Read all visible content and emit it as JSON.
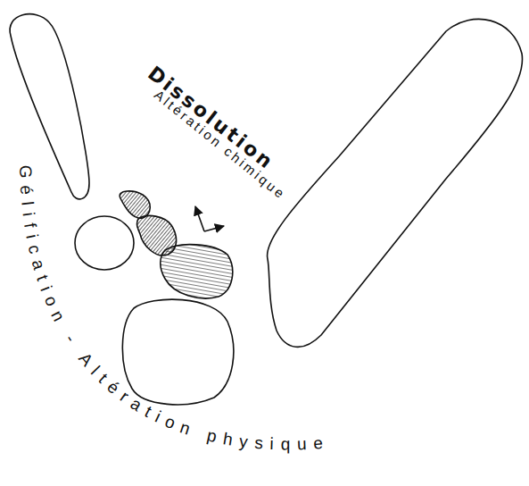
{
  "diagram": {
    "labels": [
      "Dissolution",
      "Altération chimique",
      "Gélification - Altération physique"
    ]
  }
}
